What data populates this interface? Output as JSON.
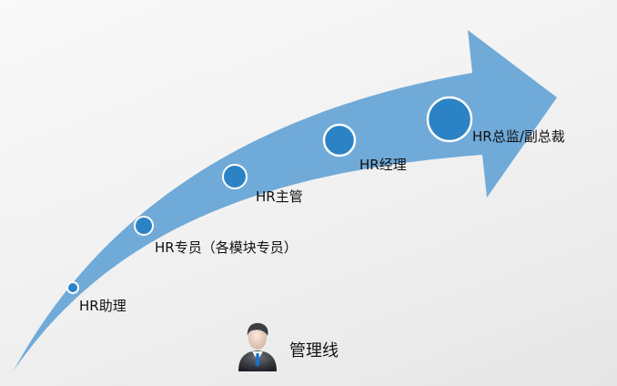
{
  "diagram": {
    "type": "career-path-arrow",
    "colors": {
      "arrow": "#6faad8",
      "node_fill": "#2b83c6",
      "node_stroke": "#ffffff",
      "text": "#111111"
    },
    "stages": [
      {
        "id": "hr-assistant",
        "label": "HR助理"
      },
      {
        "id": "hr-specialist",
        "label": "HR专员（各模块专员）"
      },
      {
        "id": "hr-supervisor",
        "label": "HR主管"
      },
      {
        "id": "hr-manager",
        "label": "HR经理"
      },
      {
        "id": "hr-director",
        "label": "HR总监/副总裁"
      }
    ],
    "legend": {
      "icon": "businessman-avatar-icon",
      "label": "管理线"
    }
  }
}
